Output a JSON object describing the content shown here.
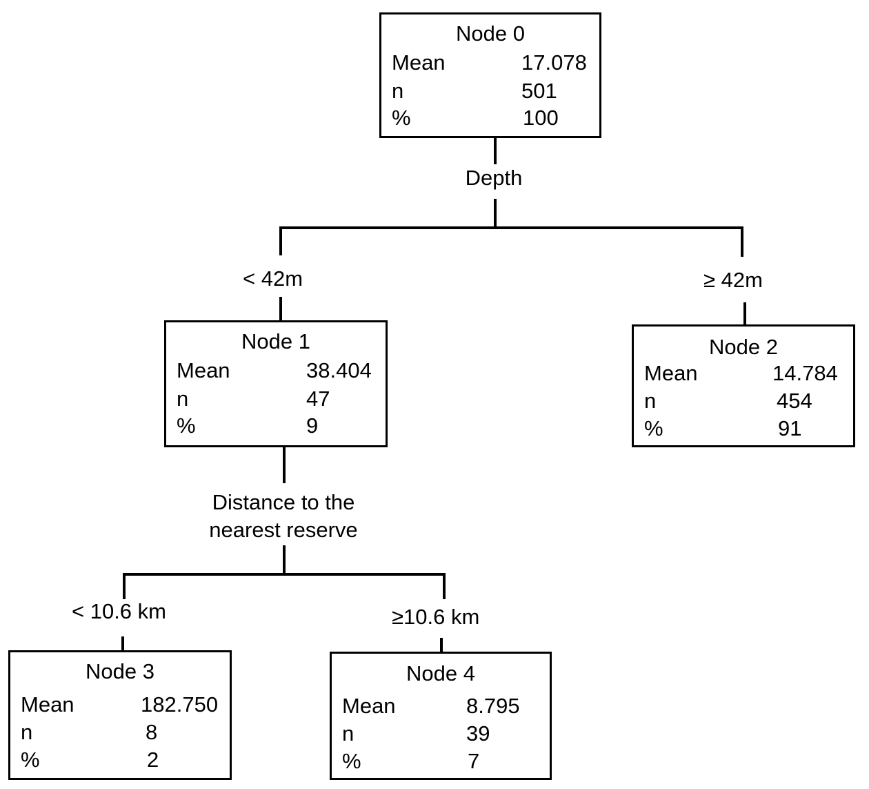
{
  "nodes": {
    "node0": {
      "title": "Node 0",
      "mean_label": "Mean",
      "mean": "17.078",
      "n_label": "n",
      "n": "501",
      "pct_label": "%",
      "pct": "100"
    },
    "node1": {
      "title": "Node 1",
      "mean_label": "Mean",
      "mean": "38.404",
      "n_label": "n",
      "n": "47",
      "pct_label": "%",
      "pct": "9"
    },
    "node2": {
      "title": "Node 2",
      "mean_label": "Mean",
      "mean": "14.784",
      "n_label": "n",
      "n": "454",
      "pct_label": "%",
      "pct": "91"
    },
    "node3": {
      "title": "Node 3",
      "mean_label": "Mean",
      "mean": "182.750",
      "n_label": "n",
      "n": "8",
      "pct_label": "%",
      "pct": "2"
    },
    "node4": {
      "title": "Node 4",
      "mean_label": "Mean",
      "mean": "8.795",
      "n_label": "n",
      "n": "39",
      "pct_label": "%",
      "pct": "7"
    }
  },
  "splits": {
    "split0": {
      "variable": "Depth",
      "left_condition": "< 42m",
      "right_condition": "≥ 42m"
    },
    "split1": {
      "variable_line1": "Distance to the",
      "variable_line2": "nearest reserve",
      "left_condition": "< 10.6 km",
      "right_condition": "≥10.6 km"
    }
  },
  "colors": {
    "line": "#000000",
    "background": "#ffffff"
  }
}
